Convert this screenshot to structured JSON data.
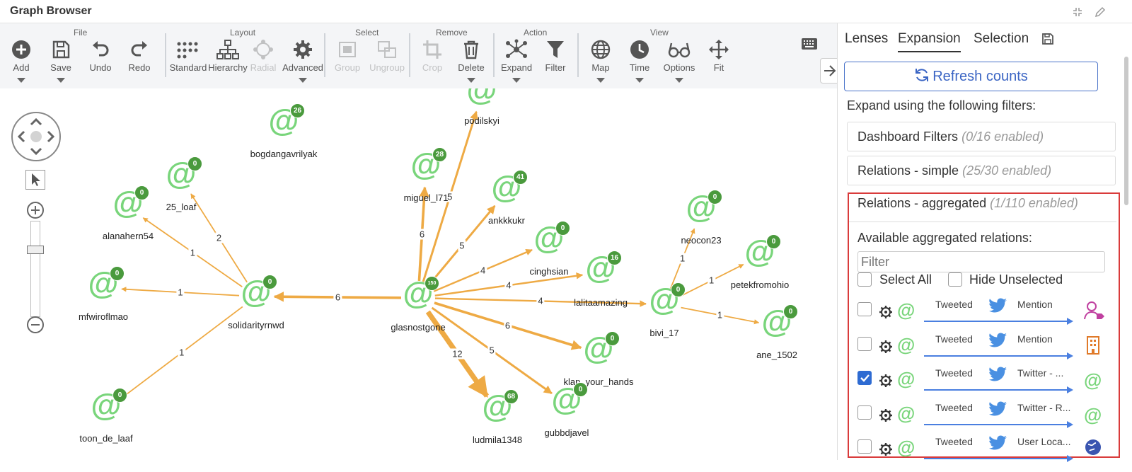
{
  "window": {
    "title": "Graph Browser"
  },
  "toolbar": {
    "groups": {
      "file": "File",
      "layout": "Layout",
      "select": "Select",
      "remove": "Remove",
      "action": "Action",
      "view": "View"
    },
    "tools": {
      "add": "Add",
      "save": "Save",
      "undo": "Undo",
      "redo": "Redo",
      "standard": "Standard",
      "hierarchy": "Hierarchy",
      "radial": "Radial",
      "advanced": "Advanced",
      "group": "Group",
      "ungroup": "Ungroup",
      "crop": "Crop",
      "delete": "Delete",
      "expand": "Expand",
      "filter": "Filter",
      "map": "Map",
      "time": "Time",
      "options": "Options",
      "fit": "Fit"
    }
  },
  "graph": {
    "nodes": [
      {
        "id": "podilskyi",
        "label": "podilskyi",
        "badge": ""
      },
      {
        "id": "bogdangavrilyak",
        "label": "bogdangavrilyak",
        "badge": "26"
      },
      {
        "id": "25_loaf",
        "label": "25_loaf",
        "badge": "0"
      },
      {
        "id": "alanahern54",
        "label": "alanahern54",
        "badge": "0"
      },
      {
        "id": "mfwiroflmao",
        "label": "mfwiroflmao",
        "badge": "0"
      },
      {
        "id": "solidarityrnwd",
        "label": "solidarityrnwd",
        "badge": "0"
      },
      {
        "id": "toon_de_laaf",
        "label": "toon_de_laaf",
        "badge": "0"
      },
      {
        "id": "miguel_l71",
        "label": "miguel_l71",
        "badge": "28"
      },
      {
        "id": "ankkkukr",
        "label": "ankkkukr",
        "badge": "41"
      },
      {
        "id": "cinghsian",
        "label": "cinghsian",
        "badge": "0"
      },
      {
        "id": "lalitaamazing",
        "label": "lalitaamazing",
        "badge": "16"
      },
      {
        "id": "glasnostgone",
        "label": "glasnostgone",
        "badge": "150"
      },
      {
        "id": "klap_your_hands",
        "label": "klap_your_hands",
        "badge": "0"
      },
      {
        "id": "gubbdjavel",
        "label": "gubbdjavel",
        "badge": "0"
      },
      {
        "id": "ludmila1348",
        "label": "ludmila1348",
        "badge": "68"
      },
      {
        "id": "bivi_17",
        "label": "bivi_17",
        "badge": "0"
      },
      {
        "id": "neocon23",
        "label": "neocon23",
        "badge": "0"
      },
      {
        "id": "petekfromohio",
        "label": "petekfromohio",
        "badge": "0"
      },
      {
        "id": "ane_1502",
        "label": "ane_1502",
        "badge": "0"
      }
    ],
    "edges": [
      {
        "from": "glasnostgone",
        "to": "solidarityrnwd",
        "weight": "6"
      },
      {
        "from": "glasnostgone",
        "to": "miguel_l71",
        "weight": "6"
      },
      {
        "from": "glasnostgone",
        "to": "podilskyi",
        "weight": "5"
      },
      {
        "from": "glasnostgone",
        "to": "ankkkukr",
        "weight": "5"
      },
      {
        "from": "glasnostgone",
        "to": "cinghsian",
        "weight": "4"
      },
      {
        "from": "glasnostgone",
        "to": "lalitaamazing",
        "weight": "4"
      },
      {
        "from": "glasnostgone",
        "to": "bivi_17",
        "weight": "4"
      },
      {
        "from": "glasnostgone",
        "to": "klap_your_hands",
        "weight": "6"
      },
      {
        "from": "glasnostgone",
        "to": "gubbdjavel",
        "weight": "5"
      },
      {
        "from": "glasnostgone",
        "to": "ludmila1348",
        "weight": "12"
      },
      {
        "from": "solidarityrnwd",
        "to": "25_loaf",
        "weight": "2"
      },
      {
        "from": "solidarityrnwd",
        "to": "alanahern54",
        "weight": "1"
      },
      {
        "from": "solidarityrnwd",
        "to": "mfwiroflmao",
        "weight": "1"
      },
      {
        "from": "solidarityrnwd",
        "to": "toon_de_laaf",
        "weight": "1"
      },
      {
        "from": "bivi_17",
        "to": "neocon23",
        "weight": "1"
      },
      {
        "from": "bivi_17",
        "to": "petekfromohio",
        "weight": "1"
      },
      {
        "from": "bivi_17",
        "to": "ane_1502",
        "weight": "1"
      }
    ]
  },
  "sidebar": {
    "tabs": [
      "Lenses",
      "Expansion",
      "Selection"
    ],
    "active_tab": "Expansion",
    "refresh_label": "Refresh counts",
    "expand_label": "Expand using the following filters:",
    "panels": [
      {
        "title": "Dashboard Filters",
        "count": "(0/16 enabled)"
      },
      {
        "title": "Relations - simple",
        "count": "(25/30 enabled)"
      }
    ],
    "aggregated": {
      "title": "Relations - aggregated",
      "count": "(1/110 enabled)",
      "available_label": "Available aggregated relations:",
      "filter_placeholder": "Filter",
      "select_all": "Select All",
      "hide_unselected": "Hide Unselected",
      "relations": [
        {
          "left": "Tweeted",
          "right": "Mention",
          "checked": false,
          "target_icon": "person-tag-icon"
        },
        {
          "left": "Tweeted",
          "right": "Mention",
          "checked": false,
          "target_icon": "building-icon"
        },
        {
          "left": "Tweeted",
          "right": "Twitter - ...",
          "checked": true,
          "target_icon": "at-icon"
        },
        {
          "left": "Tweeted",
          "right": "Twitter - R...",
          "checked": false,
          "target_icon": "at-icon"
        },
        {
          "left": "Tweeted",
          "right": "User Loca...",
          "checked": false,
          "target_icon": "globe-icon"
        }
      ]
    }
  }
}
